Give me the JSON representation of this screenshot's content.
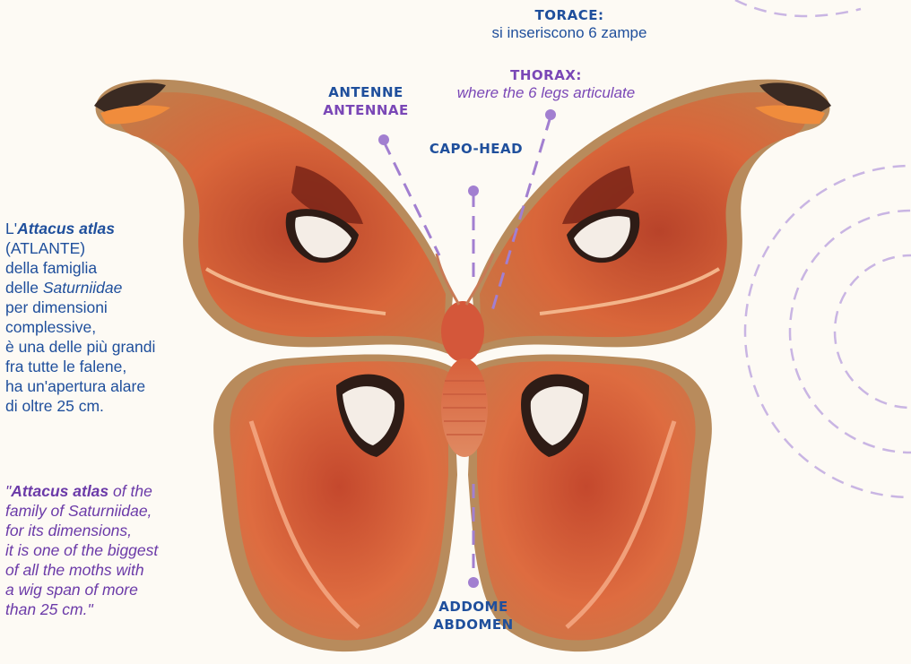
{
  "labels": {
    "torace": {
      "title": "TORACE:",
      "text": "si inseriscono 6 zampe"
    },
    "thorax": {
      "title": "THORAX:",
      "text": "where the 6 legs articulate"
    },
    "antenne": {
      "line1": "ANTENNE",
      "line2": "ANTENNAE"
    },
    "capo": {
      "text": "CAPO-HEAD"
    },
    "addome": {
      "line1": "ADDOME",
      "line2": "ABDOMEN"
    }
  },
  "description_it": {
    "prefix": "L'",
    "name": "Attacus atlas",
    "lines": [
      "(ATLANTE)",
      "della famiglia"
    ],
    "family_prefix": "delle ",
    "family": "Saturniidae",
    "rest": [
      "per dimensioni",
      "complessive,",
      "è una delle più grandi",
      "fra tutte le falene,",
      "ha un'apertura alare",
      "di oltre 25 cm."
    ]
  },
  "description_en": {
    "quote_open": "\"",
    "name": "Attacus atlas",
    "first_rest": " of the",
    "lines": [
      "family of Saturniidae,",
      "for its dimensions,",
      "it is one of the biggest",
      "of all the moths with",
      "a wig span of more",
      "than 25 cm.\""
    ]
  },
  "colors": {
    "label_blue": "#1f4f9c",
    "label_purple": "#7a47b6",
    "pointer_purple": "#a27fd0",
    "wing_orange": "#d9663a",
    "wing_brown": "#b5885a"
  }
}
